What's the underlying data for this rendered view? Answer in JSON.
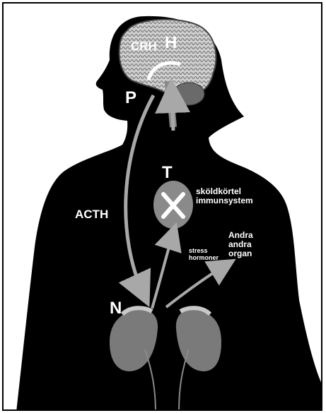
{
  "labels": {
    "crh": "CRH",
    "h": "H",
    "p": "P",
    "t": "T",
    "acth": "ACTH",
    "n": "N",
    "thymus_text": "sköldkörtel\nimmunsystem",
    "arrow_text": "stress\nhormoner",
    "organs_text": "Andra\nandra\norgan"
  },
  "colors": {
    "silhouette": "#000000",
    "brain": "#cfcfcf",
    "thymus": "#8a8a8a",
    "kidney": "#7a7a7a",
    "arrow": "#a8a8a8"
  }
}
